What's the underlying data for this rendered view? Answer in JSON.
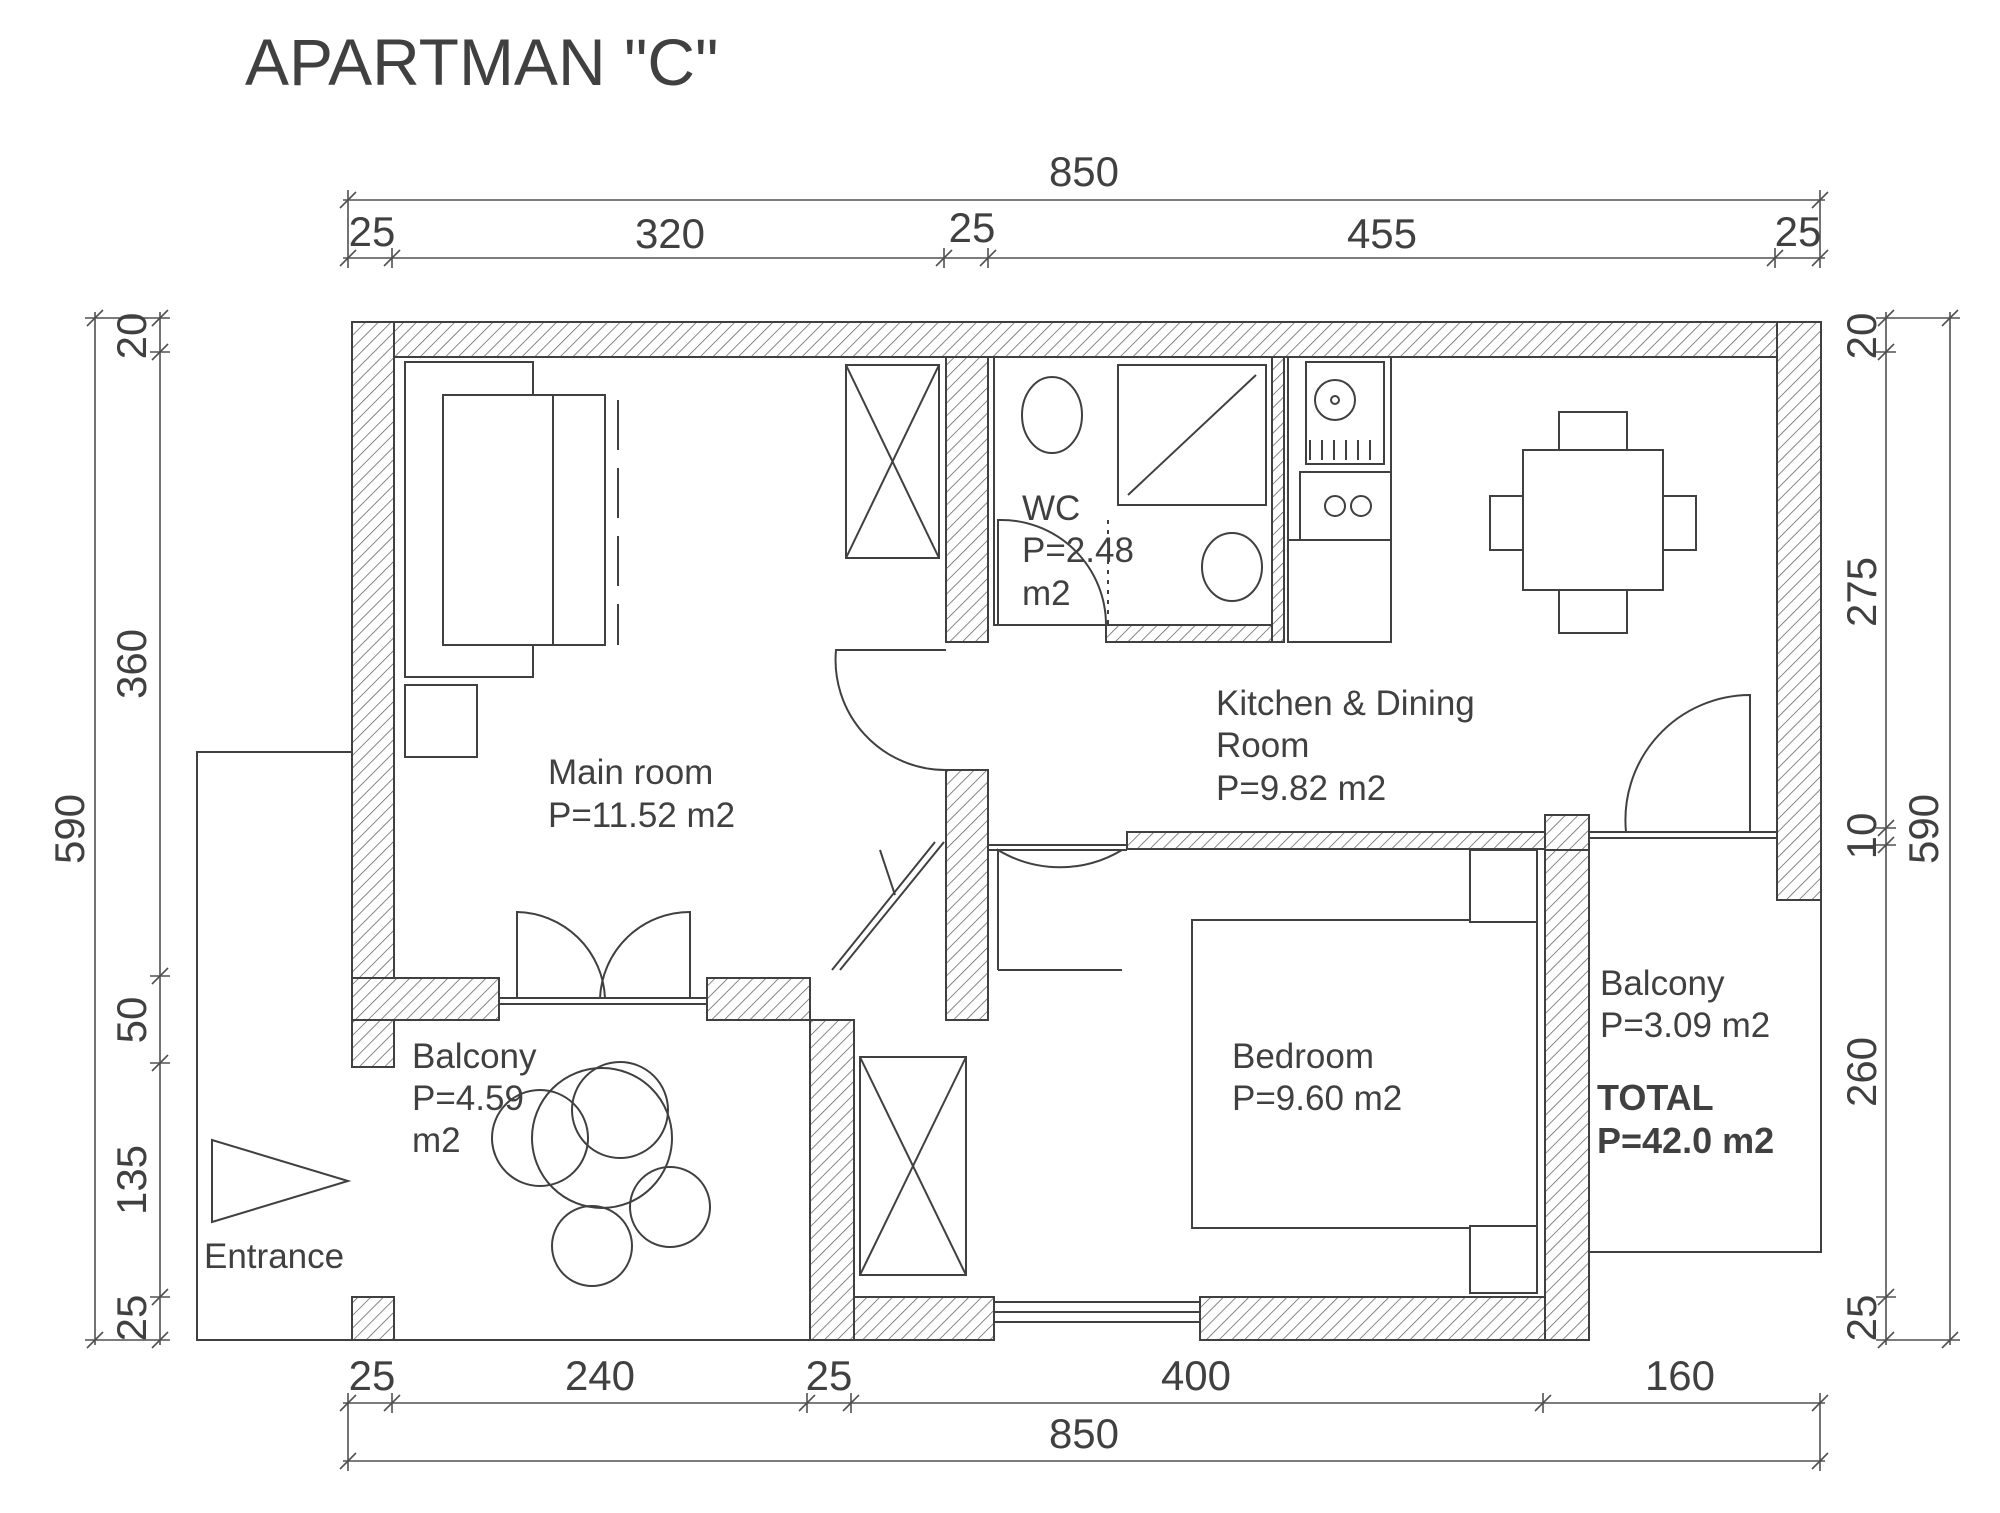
{
  "title": "APARTMAN \"C\"",
  "dimensions": {
    "top": {
      "total": "850",
      "segments": [
        "25",
        "320",
        "25",
        "455",
        "25"
      ]
    },
    "bottom": {
      "total": "850",
      "segments": [
        "25",
        "240",
        "25",
        "400",
        "160"
      ]
    },
    "left": {
      "total": "590",
      "segments": [
        "20",
        "360",
        "50",
        "135",
        "25"
      ]
    },
    "right": {
      "total": "590",
      "segments": [
        "20",
        "275",
        "10",
        "260",
        "25"
      ]
    }
  },
  "rooms": {
    "wc": {
      "name": "WC",
      "area_line1": "P=2.48",
      "area_line2": "m2"
    },
    "kitchen": {
      "name_line1": "Kitchen & Dining",
      "name_line2": "Room",
      "area": "P=9.82 m2"
    },
    "main_room": {
      "name": "Main room",
      "area": "P=11.52 m2"
    },
    "bedroom": {
      "name": "Bedroom",
      "area": "P=9.60 m2"
    },
    "balcony_right": {
      "name": "Balcony",
      "area": "P=3.09 m2"
    },
    "balcony_left": {
      "name": "Balcony",
      "area_line1": "P=4.59",
      "area_line2": "m2"
    }
  },
  "total": {
    "label": "TOTAL",
    "value": "P=42.0 m2"
  },
  "entrance": {
    "label": "Entrance"
  }
}
